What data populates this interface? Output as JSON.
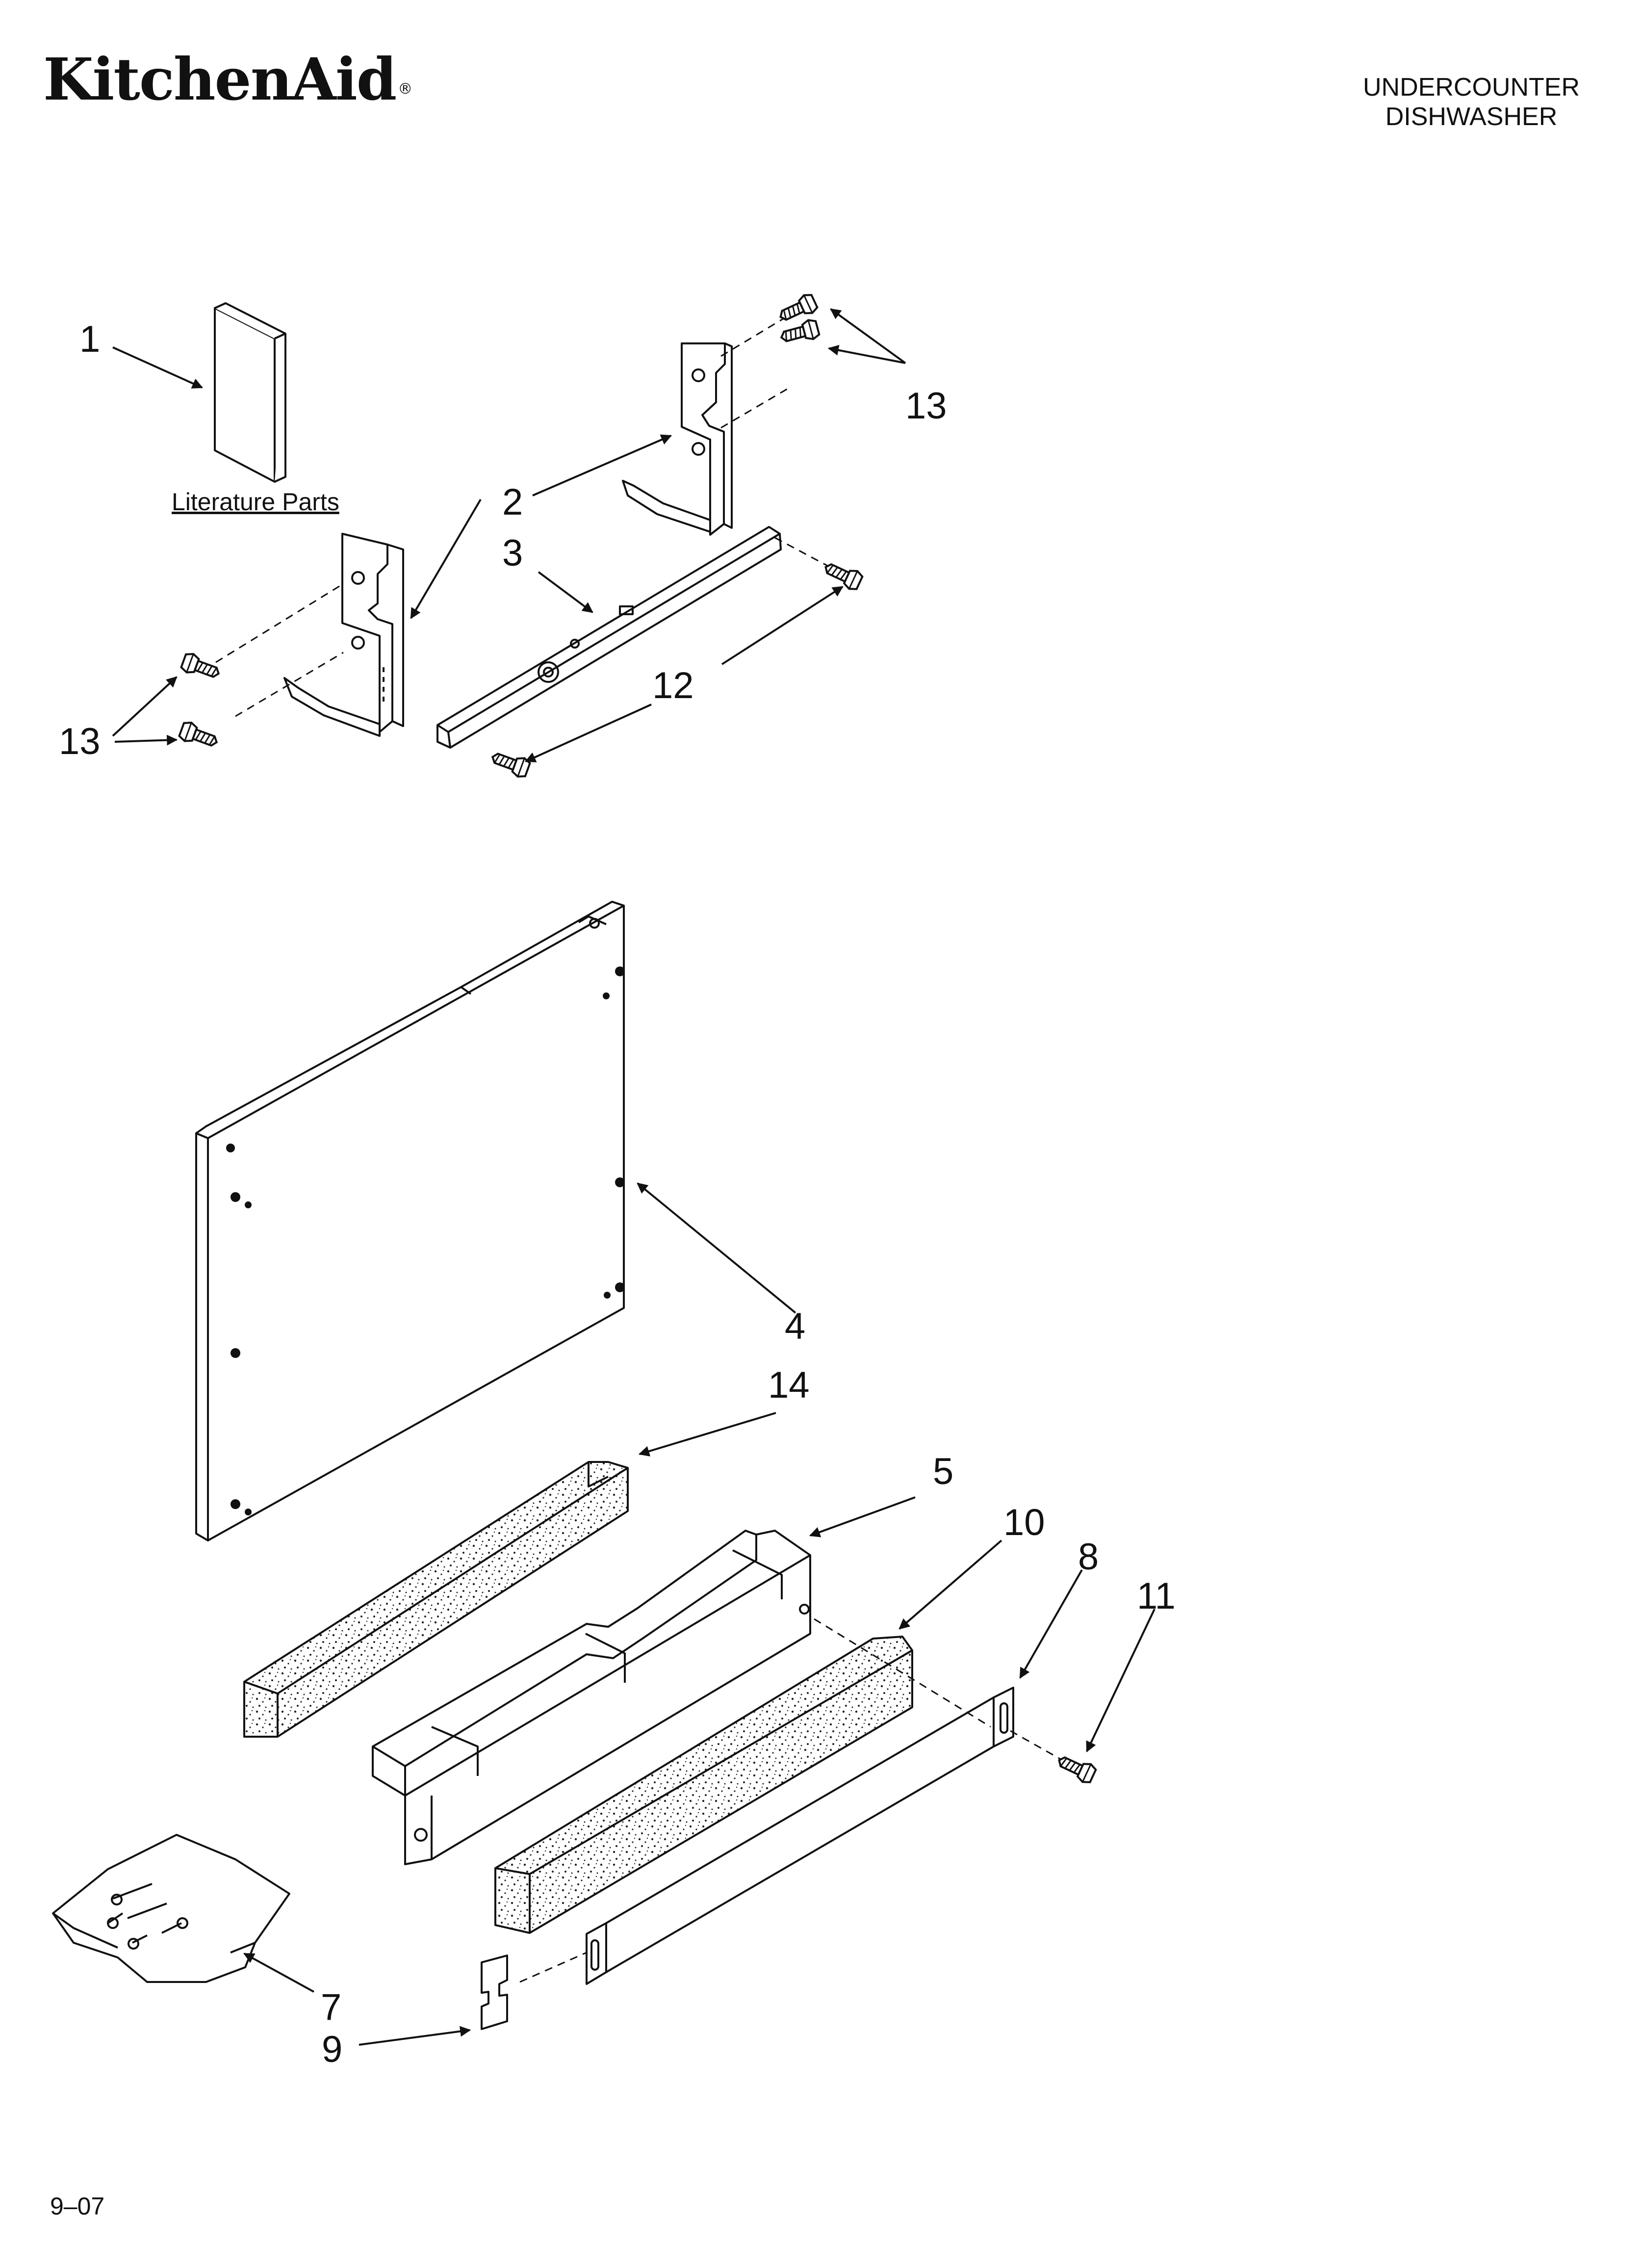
{
  "brand": "KitchenAid",
  "brand_mark": "®",
  "header": {
    "line1": "UNDERCOUNTER",
    "line2": "DISHWASHER"
  },
  "literature_label": "Literature Parts",
  "callouts": {
    "c1": "1",
    "c2": "2",
    "c3": "3",
    "c4": "4",
    "c5": "5",
    "c7": "7",
    "c8": "8",
    "c9": "9",
    "c10": "10",
    "c11": "11",
    "c12": "12",
    "c13a": "13",
    "c13b": "13",
    "c14": "14"
  },
  "footer": {
    "date": "9–07"
  }
}
